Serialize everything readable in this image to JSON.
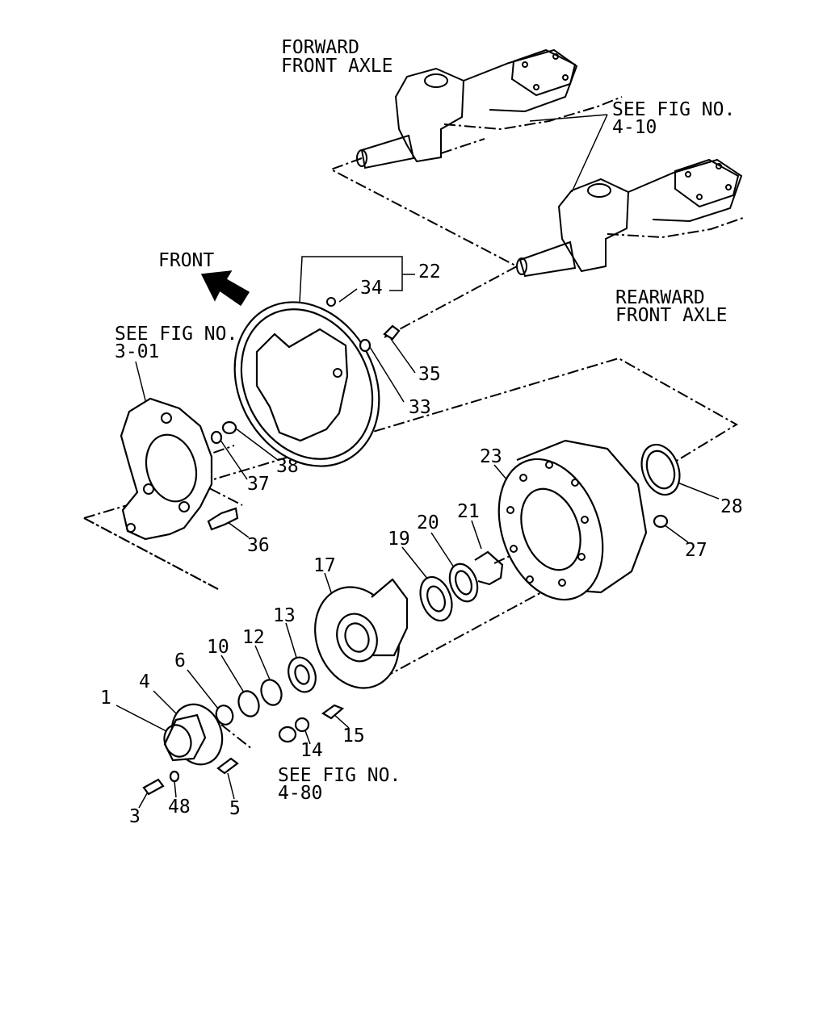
{
  "labels": {
    "forward_axle_1": "FORWARD",
    "forward_axle_2": "FRONT AXLE",
    "see_fig_410_1": "SEE FIG NO.",
    "see_fig_410_2": "4-10",
    "rearward_axle_1": "REARWARD",
    "rearward_axle_2": "FRONT AXLE",
    "front": "FRONT",
    "see_fig_301_1": "SEE FIG NO.",
    "see_fig_301_2": "3-01",
    "see_fig_480_1": "SEE FIG NO.",
    "see_fig_480_2": "4-80"
  },
  "parts": {
    "p1": "1",
    "p3": "3",
    "p4": "4",
    "p5": "5",
    "p6": "6",
    "p10": "10",
    "p12": "12",
    "p13": "13",
    "p14": "14",
    "p15": "15",
    "p17": "17",
    "p19": "19",
    "p20": "20",
    "p21": "21",
    "p22": "22",
    "p23": "23",
    "p27": "27",
    "p28": "28",
    "p33": "33",
    "p34": "34",
    "p35": "35",
    "p36": "36",
    "p37": "37",
    "p38": "38",
    "p48": "48"
  }
}
